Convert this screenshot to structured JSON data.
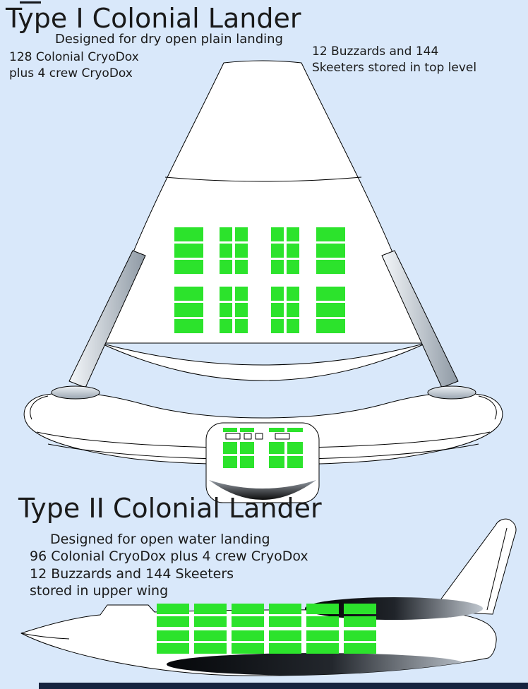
{
  "colors": {
    "background": "#d9e8fa",
    "cargo_green": "#2ce32c",
    "outline": "#000000",
    "text": "#1a1a1a",
    "bottom_bar": "#15233f"
  },
  "type1": {
    "title": "Type I Colonial Lander",
    "subtitle": "Designed for dry open plain landing",
    "capacity_note": {
      "line1": "128 Colonial CryoDox",
      "line2": "plus 4 crew CryoDox"
    },
    "storage_note": {
      "line1": "12 Buzzards and 144",
      "line2": "Skeeters stored in top level"
    }
  },
  "type2": {
    "title": "Type II Colonial Lander",
    "subtitle": "Designed for open water landing",
    "notes": {
      "line1": "96 Colonial CryoDox plus 4 crew CryoDox",
      "line2": "12 Buzzards and 144 Skeeters",
      "line3": "stored in upper wing"
    }
  }
}
